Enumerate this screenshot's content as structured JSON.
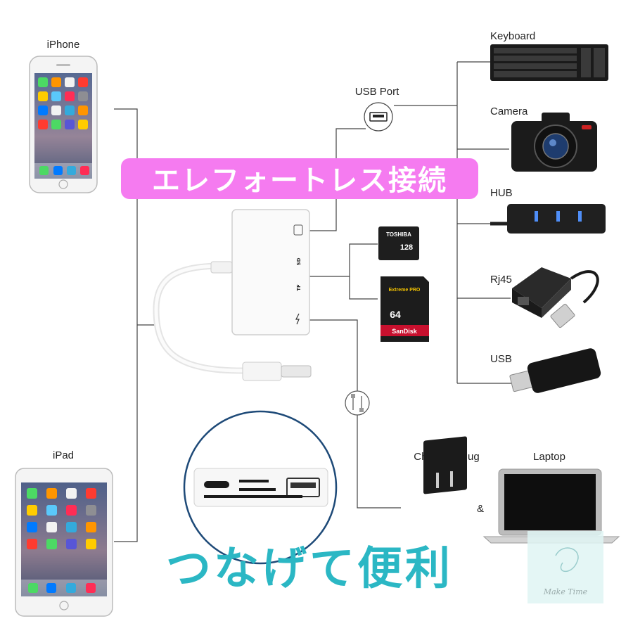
{
  "labels": {
    "iphone": "iPhone",
    "ipad": "iPad",
    "usb_port": "USB Port",
    "keyboard": "Keyboard",
    "camera": "Camera",
    "hub": "HUB",
    "rj45": "Rj45",
    "usb": "USB",
    "charging_plug": "Charging plug",
    "laptop": "Laptop",
    "ampersand": "&"
  },
  "banner": {
    "text": "エレフォートレス接続"
  },
  "slogan": {
    "text": "つなげて便利"
  },
  "adapter": {
    "port_sd": "SD",
    "port_tf": "TF"
  },
  "cards": {
    "micro_brand": "TOSHIBA",
    "micro_capacity": "128",
    "sd_line": "Extreme PRO",
    "sd_capacity": "64",
    "sd_brand": "SanDisk"
  },
  "watermark": {
    "text": "Make Time"
  },
  "colors": {
    "banner": "#f57bf0",
    "slogan": "#2bb7c4",
    "line": "#444444"
  }
}
